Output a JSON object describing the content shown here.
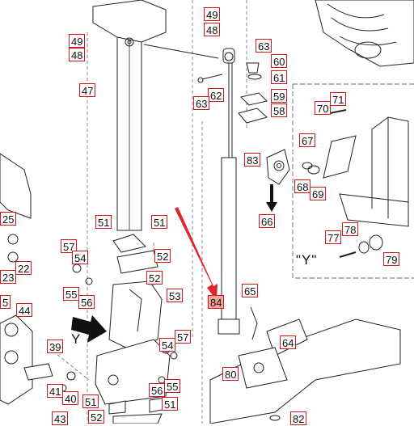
{
  "view_label": "\"Y\"",
  "direction_letter": "Y",
  "colors": {
    "callout_border": "#d8141b",
    "highlight_fill": "#f4a39b",
    "arrow": "#e0262c",
    "line_art": "#222222"
  },
  "icons": [
    "arrow-pointer-icon",
    "direction-arrow-icon",
    "flow-arrow-icon"
  ],
  "callouts": [
    {
      "id": "c49a",
      "text": "49"
    },
    {
      "id": "c48a",
      "text": "48"
    },
    {
      "id": "c49b",
      "text": "49"
    },
    {
      "id": "c48b",
      "text": "48"
    },
    {
      "id": "c47",
      "text": "47"
    },
    {
      "id": "c63a",
      "text": "63"
    },
    {
      "id": "c60",
      "text": "60"
    },
    {
      "id": "c61",
      "text": "61"
    },
    {
      "id": "c62",
      "text": "62"
    },
    {
      "id": "c63b",
      "text": "63"
    },
    {
      "id": "c59",
      "text": "59"
    },
    {
      "id": "c58",
      "text": "58"
    },
    {
      "id": "c71",
      "text": "71"
    },
    {
      "id": "c70",
      "text": "70"
    },
    {
      "id": "c67",
      "text": "67"
    },
    {
      "id": "c83",
      "text": "83"
    },
    {
      "id": "c68",
      "text": "68"
    },
    {
      "id": "c69",
      "text": "69"
    },
    {
      "id": "c66",
      "text": "66"
    },
    {
      "id": "c25",
      "text": "25"
    },
    {
      "id": "c51a",
      "text": "51"
    },
    {
      "id": "c51b",
      "text": "51"
    },
    {
      "id": "c78",
      "text": "78"
    },
    {
      "id": "c77",
      "text": "77"
    },
    {
      "id": "c79",
      "text": "79"
    },
    {
      "id": "c57a",
      "text": "57"
    },
    {
      "id": "c54a",
      "text": "54"
    },
    {
      "id": "c52a",
      "text": "52"
    },
    {
      "id": "c22",
      "text": "22"
    },
    {
      "id": "c23",
      "text": "23"
    },
    {
      "id": "c52b",
      "text": "52"
    },
    {
      "id": "c55a",
      "text": "55"
    },
    {
      "id": "c56a",
      "text": "56"
    },
    {
      "id": "c53",
      "text": "53"
    },
    {
      "id": "c65",
      "text": "65"
    },
    {
      "id": "c84",
      "text": "84"
    },
    {
      "id": "c5",
      "text": "5"
    },
    {
      "id": "c44",
      "text": "44"
    },
    {
      "id": "c57b",
      "text": "57"
    },
    {
      "id": "c54b",
      "text": "54"
    },
    {
      "id": "c64",
      "text": "64"
    },
    {
      "id": "c39",
      "text": "39"
    },
    {
      "id": "c80",
      "text": "80"
    },
    {
      "id": "c56b",
      "text": "56"
    },
    {
      "id": "c55b",
      "text": "55"
    },
    {
      "id": "c41",
      "text": "41"
    },
    {
      "id": "c40",
      "text": "40"
    },
    {
      "id": "c51c",
      "text": "51"
    },
    {
      "id": "c51d",
      "text": "51"
    },
    {
      "id": "c52c",
      "text": "52"
    },
    {
      "id": "c43",
      "text": "43"
    },
    {
      "id": "c82",
      "text": "82"
    }
  ]
}
